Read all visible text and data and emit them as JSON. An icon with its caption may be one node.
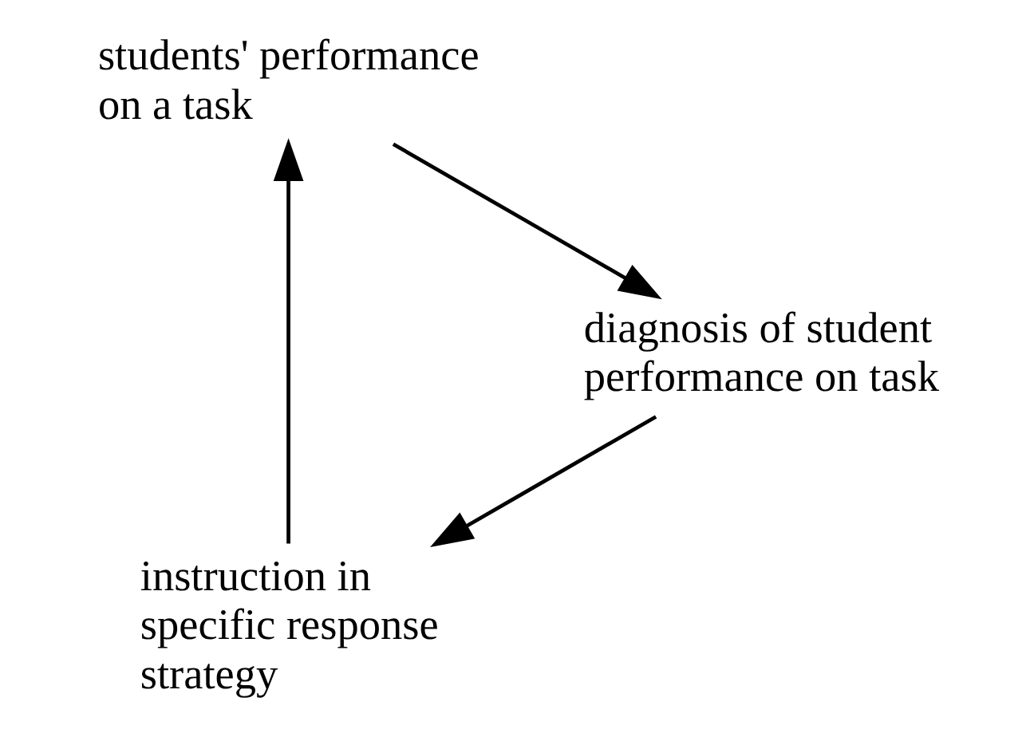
{
  "diagram": {
    "nodes": [
      {
        "text": [
          "instruction in specific response strategy"
        ]
      },
      {
        "text": [
          "students' performance on a task"
        ]
      },
      {
        "text": [
          "diagnosis of student performance on task"
        ]
      }
    ],
    "edges": [
      {
        "from": 0,
        "to": 1,
        "arrow": "to"
      },
      {
        "from": 1,
        "to": 2,
        "arrow": "to"
      },
      {
        "from": 2,
        "to": 0,
        "arrow": "to"
      }
    ]
  }
}
